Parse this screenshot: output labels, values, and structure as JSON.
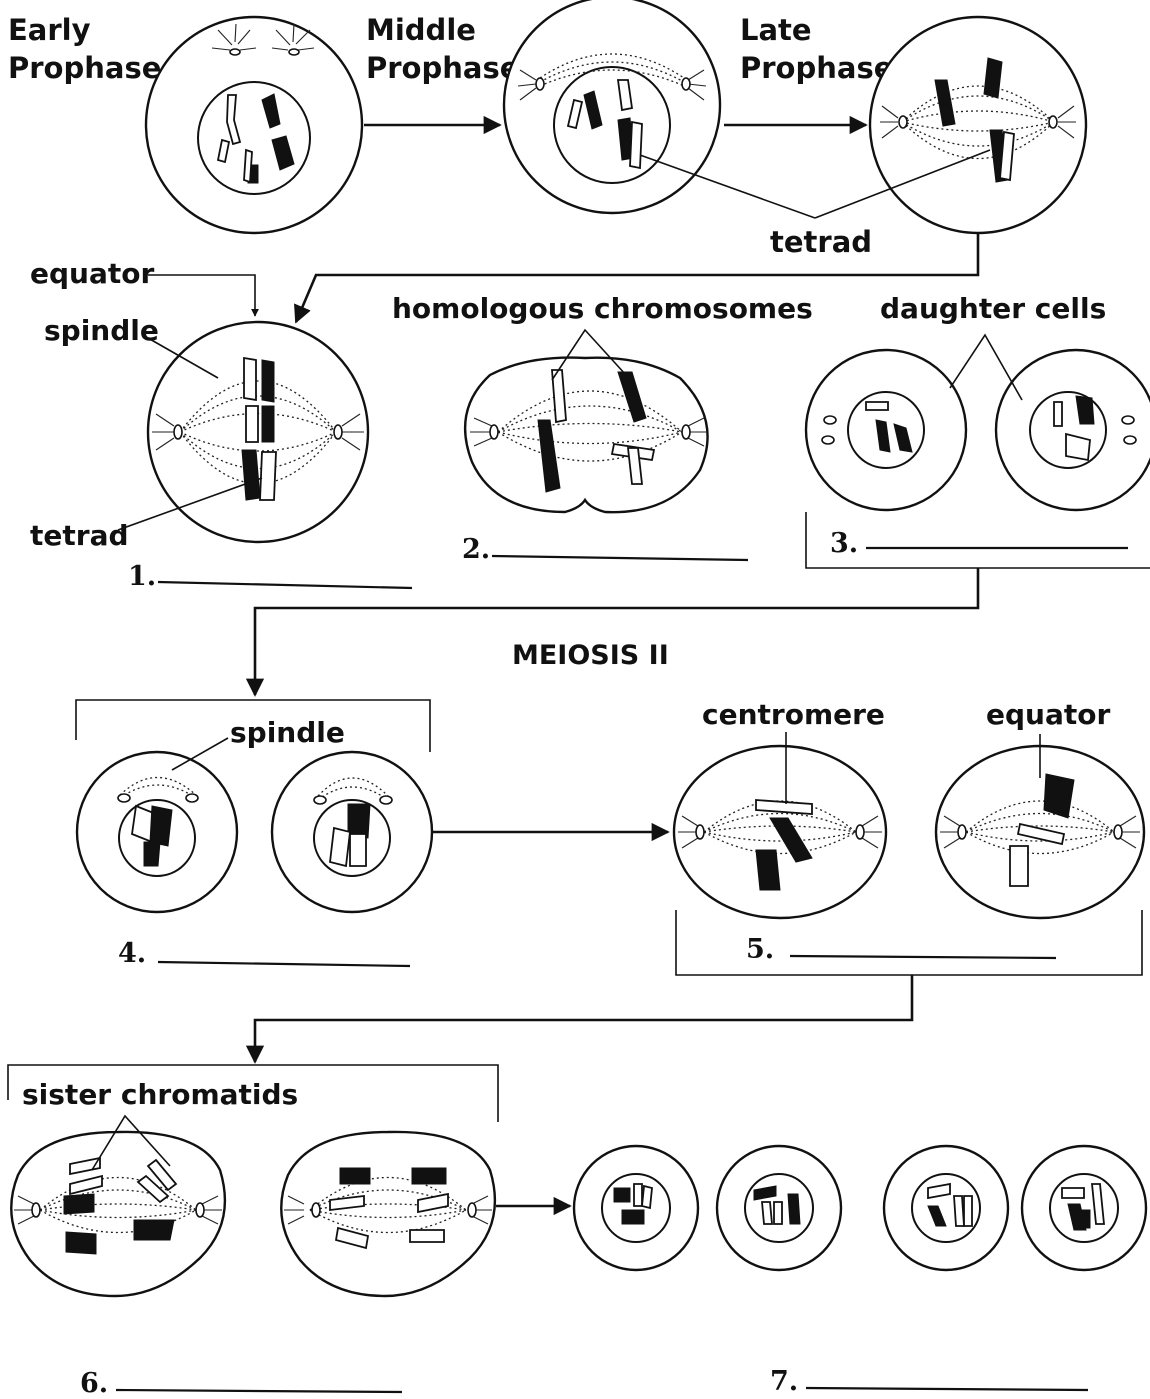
{
  "title": "MEIOSIS II",
  "prophase": {
    "early": [
      "Early",
      "Prophase"
    ],
    "middle": [
      "Middle",
      "Prophase"
    ],
    "late": [
      "Late",
      "Prophase"
    ],
    "tetrad": "tetrad"
  },
  "labels": {
    "equator": "equator",
    "spindle": "spindle",
    "tetrad": "tetrad",
    "homologous_chromosomes": "homologous chromosomes",
    "daughter_cells": "daughter cells",
    "spindle2": "spindle",
    "centromere": "centromere",
    "equator2": "equator",
    "sister_chromatids": "sister chromatids"
  },
  "blanks": [
    "1.",
    "2.",
    "3.",
    "4.",
    "5.",
    "6.",
    "7."
  ]
}
